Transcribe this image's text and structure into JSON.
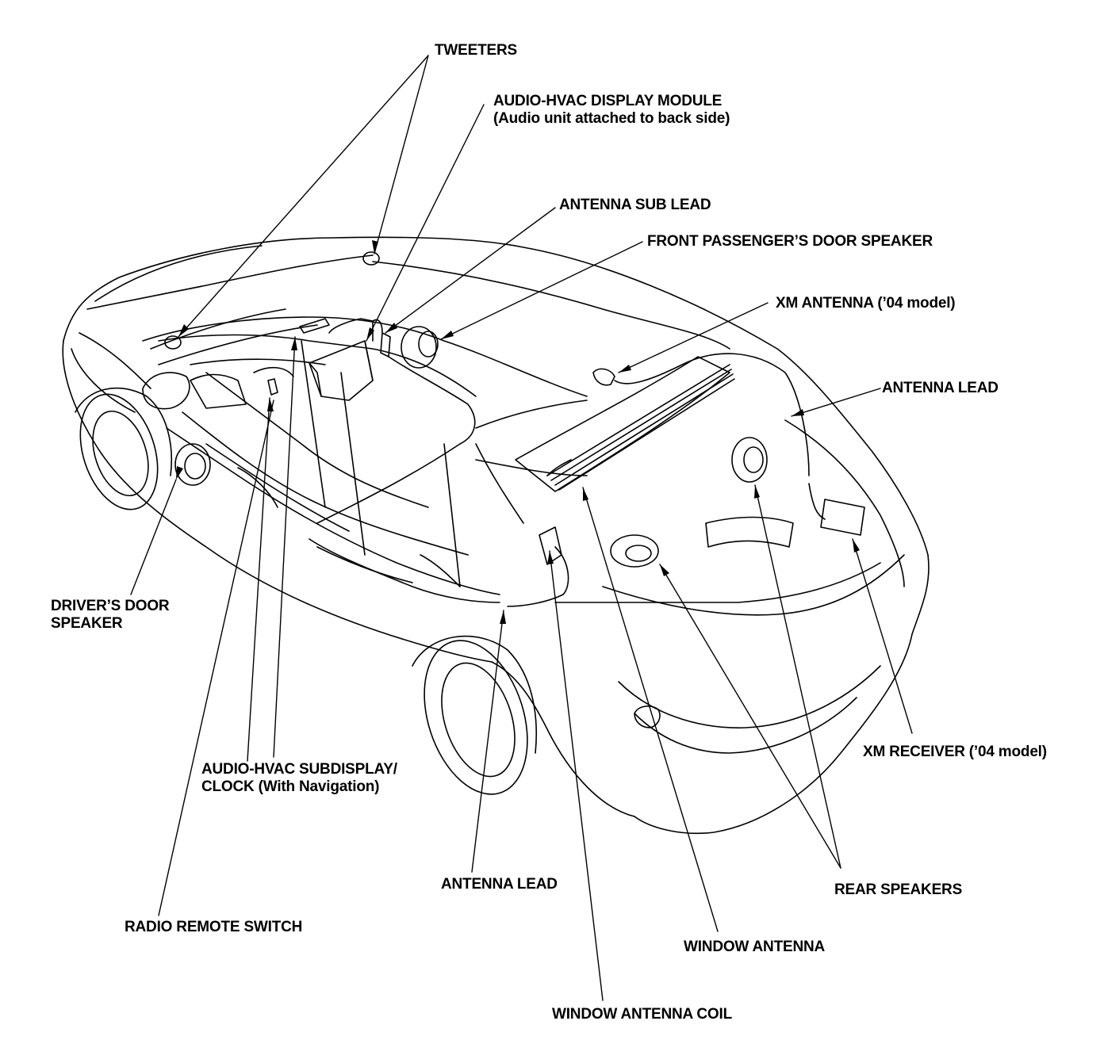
{
  "labels": {
    "tweeters": "TWEETERS",
    "display_module_1": "AUDIO-HVAC DISPLAY MODULE",
    "display_module_2": "(Audio unit attached to back side)",
    "antenna_sub_lead": "ANTENNA SUB LEAD",
    "front_passenger_speaker": "FRONT PASSENGER’S DOOR SPEAKER",
    "xm_antenna": "XM ANTENNA (’04 model)",
    "antenna_lead_right": "ANTENNA LEAD",
    "drivers_door_speaker_1": "DRIVER’S DOOR",
    "drivers_door_speaker_2": "SPEAKER",
    "subdisplay_1": "AUDIO-HVAC SUBDISPLAY/",
    "subdisplay_2": "CLOCK (With Navigation)",
    "xm_receiver": "XM RECEIVER (’04 model)",
    "antenna_lead_bottom": "ANTENNA LEAD",
    "rear_speakers": "REAR SPEAKERS",
    "radio_remote_switch": "RADIO REMOTE SWITCH",
    "window_antenna": "WINDOW ANTENNA",
    "window_antenna_coil": "WINDOW ANTENNA COIL"
  }
}
